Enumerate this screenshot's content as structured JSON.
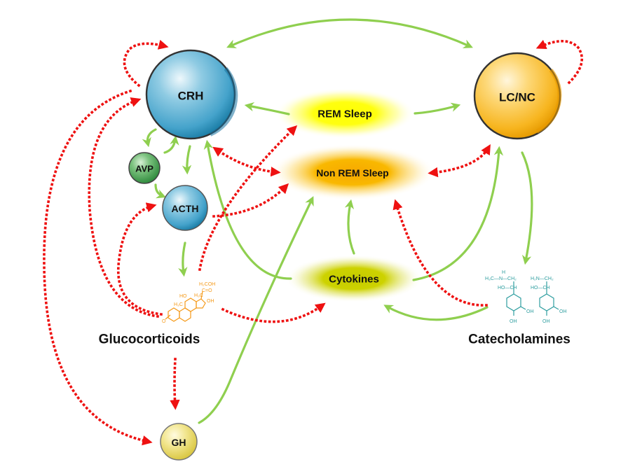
{
  "nodes": {
    "crh": {
      "label": "CRH",
      "color": "#4aa6cc"
    },
    "lcnc": {
      "label": "LC/NC",
      "color": "#f7b21c"
    },
    "avp": {
      "label": "AVP",
      "color": "#3e9a4a"
    },
    "acth": {
      "label": "ACTH",
      "color": "#4aa6cc"
    },
    "gh": {
      "label": "GH",
      "color": "#e3d25a"
    }
  },
  "states": {
    "rem": {
      "label": "REM Sleep",
      "color": "#ffff00"
    },
    "nrem": {
      "label": "Non REM Sleep",
      "color": "#f9b000"
    },
    "cytokines": {
      "label": "Cytokines",
      "color": "#c7cc00"
    }
  },
  "labels": {
    "glucocorticoids": "Glucocorticoids",
    "catecholamines": "Catecholamines"
  },
  "chemistry": {
    "cortisol": {
      "color": "#f59a1a",
      "groups": [
        "H₂COH",
        "C=O",
        "HO",
        "H₃C",
        "H₃C",
        "OH",
        "O"
      ]
    },
    "epinephrine": {
      "color": "#2f9ea0",
      "groups": [
        "H₃C—N—CH₂",
        "H",
        "HO—CH",
        "OH",
        "OH"
      ]
    },
    "norepinephrine": {
      "color": "#2f9ea0",
      "groups": [
        "H₂N—CH₂",
        "HO—CH",
        "OH",
        "OH"
      ]
    }
  },
  "legend": {
    "stimulatory_color": "#8fcf4f",
    "inhibitory_color": "#ee1111"
  },
  "edges": [
    {
      "from": "CRH",
      "to": "LC/NC",
      "type": "stimulatory",
      "bidirectional": true
    },
    {
      "from": "REM Sleep",
      "to": "CRH",
      "type": "stimulatory"
    },
    {
      "from": "REM Sleep",
      "to": "LC/NC",
      "type": "stimulatory"
    },
    {
      "from": "CRH",
      "to": "CRH",
      "type": "inhibitory"
    },
    {
      "from": "LC/NC",
      "to": "LC/NC",
      "type": "inhibitory"
    },
    {
      "from": "CRH",
      "to": "AVP",
      "type": "stimulatory"
    },
    {
      "from": "AVP",
      "to": "CRH",
      "type": "stimulatory"
    },
    {
      "from": "AVP",
      "to": "ACTH",
      "type": "stimulatory"
    },
    {
      "from": "CRH",
      "to": "ACTH",
      "type": "stimulatory"
    },
    {
      "from": "ACTH",
      "to": "Glucocorticoids",
      "type": "stimulatory"
    },
    {
      "from": "Cytokines",
      "to": "CRH",
      "type": "stimulatory"
    },
    {
      "from": "CRH",
      "to": "Non REM Sleep",
      "type": "inhibitory",
      "bidirectional": true
    },
    {
      "from": "ACTH",
      "to": "Non REM Sleep",
      "type": "inhibitory"
    },
    {
      "from": "Glucocorticoids",
      "to": "REM Sleep",
      "type": "inhibitory"
    },
    {
      "from": "Glucocorticoids",
      "to": "ACTH",
      "type": "inhibitory"
    },
    {
      "from": "Glucocorticoids",
      "to": "CRH",
      "type": "inhibitory"
    },
    {
      "from": "Glucocorticoids",
      "to": "Cytokines",
      "type": "inhibitory"
    },
    {
      "from": "Glucocorticoids",
      "to": "GH",
      "type": "inhibitory"
    },
    {
      "from": "CRH",
      "to": "GH",
      "type": "inhibitory"
    },
    {
      "from": "GH",
      "to": "Non REM Sleep",
      "type": "stimulatory"
    },
    {
      "from": "Cytokines",
      "to": "Non REM Sleep",
      "type": "stimulatory"
    },
    {
      "from": "Cytokines",
      "to": "LC/NC",
      "type": "stimulatory"
    },
    {
      "from": "LC/NC",
      "to": "Non REM Sleep",
      "type": "inhibitory",
      "bidirectional": true
    },
    {
      "from": "LC/NC",
      "to": "Catecholamines",
      "type": "stimulatory"
    },
    {
      "from": "Catecholamines",
      "to": "Cytokines",
      "type": "stimulatory"
    },
    {
      "from": "Catecholamines",
      "to": "Non REM Sleep",
      "type": "inhibitory"
    }
  ]
}
